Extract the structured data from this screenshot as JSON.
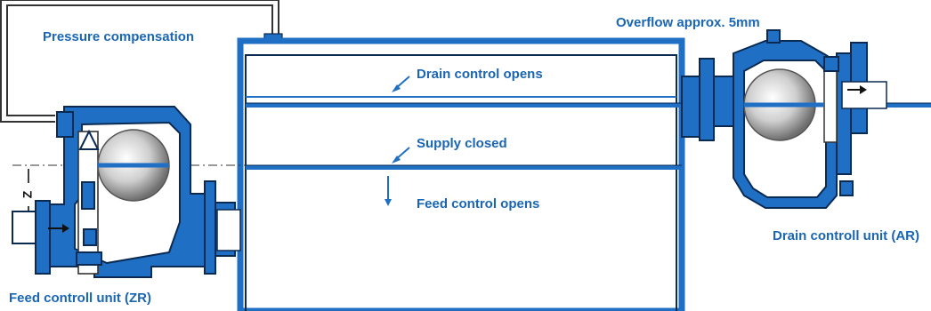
{
  "labels": {
    "pressure_compensation": "Pressure compensation",
    "overflow": "Overflow approx. 5mm",
    "drain_opens": "Drain control opens",
    "supply_closed": "Supply closed",
    "feed_opens": "Feed control opens",
    "feed_unit": "Feed controll unit (ZR)",
    "drain_unit": "Drain controll unit (AR)",
    "z": "Z"
  },
  "colors": {
    "body_blue": "#1f6fc4",
    "dark_outline": "#0a2a52",
    "text_blue": "#1a66b3",
    "tank_line": "#1f6fc4",
    "float_light": "#f2f2f2",
    "float_dark": "#6e6e6e",
    "pipe_outline": "#333333"
  }
}
